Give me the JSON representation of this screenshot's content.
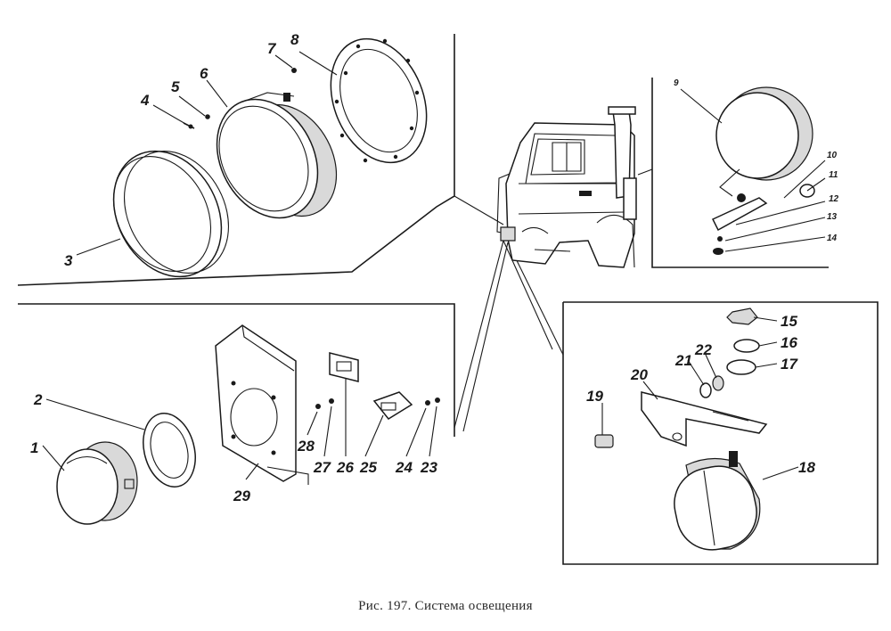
{
  "caption": "Рис. 197. Система освещения",
  "callouts": {
    "p1": "1",
    "p2": "2",
    "p3": "3",
    "p4": "4",
    "p5": "5",
    "p6": "6",
    "p7": "7",
    "p8": "8",
    "p9": "9",
    "p10": "10",
    "p11": "11",
    "p12": "12",
    "p13": "13",
    "p14": "14",
    "p15": "15",
    "p16": "16",
    "p17": "17",
    "p18": "18",
    "p19": "19",
    "p20": "20",
    "p21": "21",
    "p22": "22",
    "p23": "23",
    "p24": "24",
    "p25": "25",
    "p26": "26",
    "p27": "27",
    "p28": "28",
    "p29": "29"
  }
}
